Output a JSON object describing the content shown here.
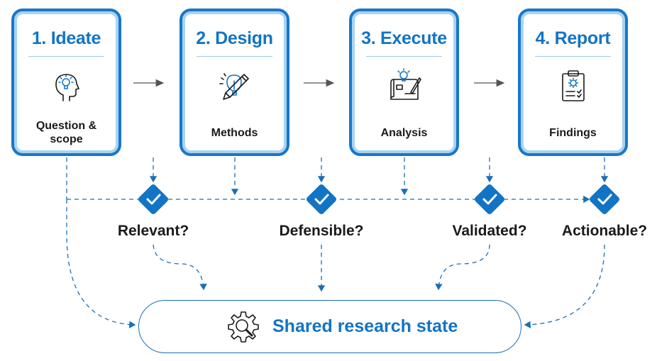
{
  "stages": [
    {
      "title": "1. Ideate",
      "label_lines": [
        "Question &",
        "scope"
      ],
      "icon": "head-lightbulb-icon"
    },
    {
      "title": "2. Design",
      "label_lines": [
        "Methods"
      ],
      "icon": "lightbulb-pencil-icon"
    },
    {
      "title": "3. Execute",
      "label_lines": [
        "Analysis"
      ],
      "icon": "blueprint-lightbulb-icon"
    },
    {
      "title": "4. Report",
      "label_lines": [
        "Findings"
      ],
      "icon": "clipboard-gear-icon"
    }
  ],
  "checkpoints": [
    "Relevant?",
    "Defensible?",
    "Validated?",
    "Actionable?"
  ],
  "shared_state": {
    "label": "Shared research state",
    "icon": "gear-magnifier-icon"
  },
  "colors": {
    "accent": "#1274c4",
    "card_border": "#1877c9",
    "card_glow": "#a9d3f2",
    "arrow": "#555555",
    "text": "#1a1a1a"
  }
}
